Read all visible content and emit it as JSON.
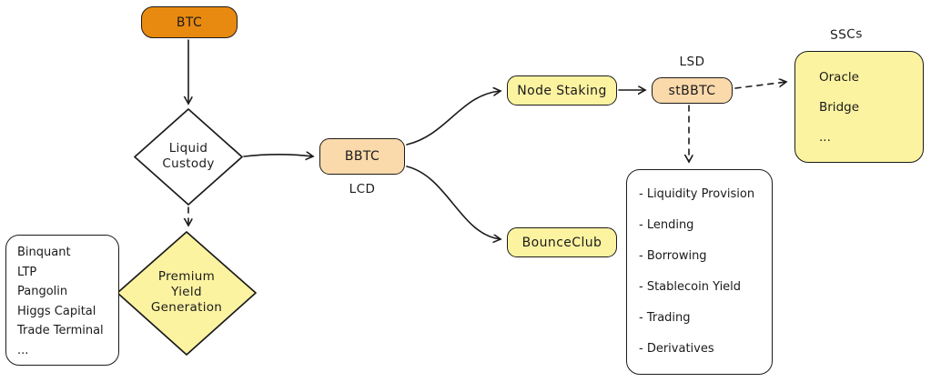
{
  "colors": {
    "orange": "#e98a10",
    "peach": "#fad9ab",
    "yellow": "#fcf3a1",
    "ink": "#1b1b1b",
    "bg": "#ffffff"
  },
  "nodes": {
    "btc": {
      "label": "BTC"
    },
    "liquid_custody": {
      "label": "Liquid\nCustody"
    },
    "premium_yield": {
      "label": "Premium\nYield\nGeneration"
    },
    "bbtc": {
      "label": "BBTC",
      "caption": "LCD"
    },
    "node_staking": {
      "label": "Node Staking"
    },
    "stbbtc": {
      "label": "stBBTC",
      "caption": "LSD"
    },
    "bounceclub": {
      "label": "BounceClub"
    },
    "sscs": {
      "title": "SSCs",
      "items": [
        "Oracle",
        "Bridge",
        "..."
      ]
    },
    "partners": {
      "items": [
        "Binquant",
        "LTP",
        "Pangolin",
        "Higgs Capital",
        "Trade Terminal",
        "..."
      ]
    },
    "defi": {
      "items": [
        "- Liquidity Provision",
        "- Lending",
        "- Borrowing",
        "- Stablecoin Yield",
        "- Trading",
        "- Derivatives"
      ]
    }
  }
}
